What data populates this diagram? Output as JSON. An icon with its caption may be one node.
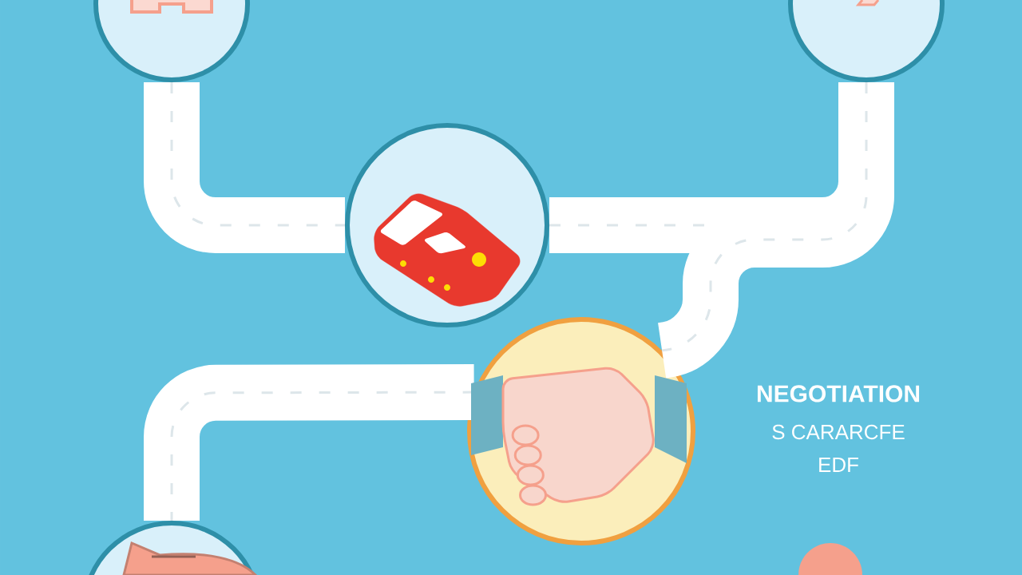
{
  "diagram": {
    "nodes": [
      {
        "text": [],
        "shape": "picture"
      },
      {
        "text": [],
        "shape": "picture"
      },
      {
        "text": [],
        "shape": "picture"
      },
      {
        "text": [],
        "shape": "picture"
      },
      {
        "text": [],
        "shape": "picture"
      }
    ],
    "edges": [
      {
        "from": 0,
        "to": 2,
        "arrow": "none"
      },
      {
        "from": 2,
        "to": 1,
        "arrow": "none"
      },
      {
        "from": 1,
        "to": 3,
        "arrow": "none"
      },
      {
        "from": 3,
        "to": 4,
        "arrow": "none"
      }
    ],
    "labels": [
      "NEGOTIATION",
      "S CARARCFE",
      "EDF"
    ]
  }
}
